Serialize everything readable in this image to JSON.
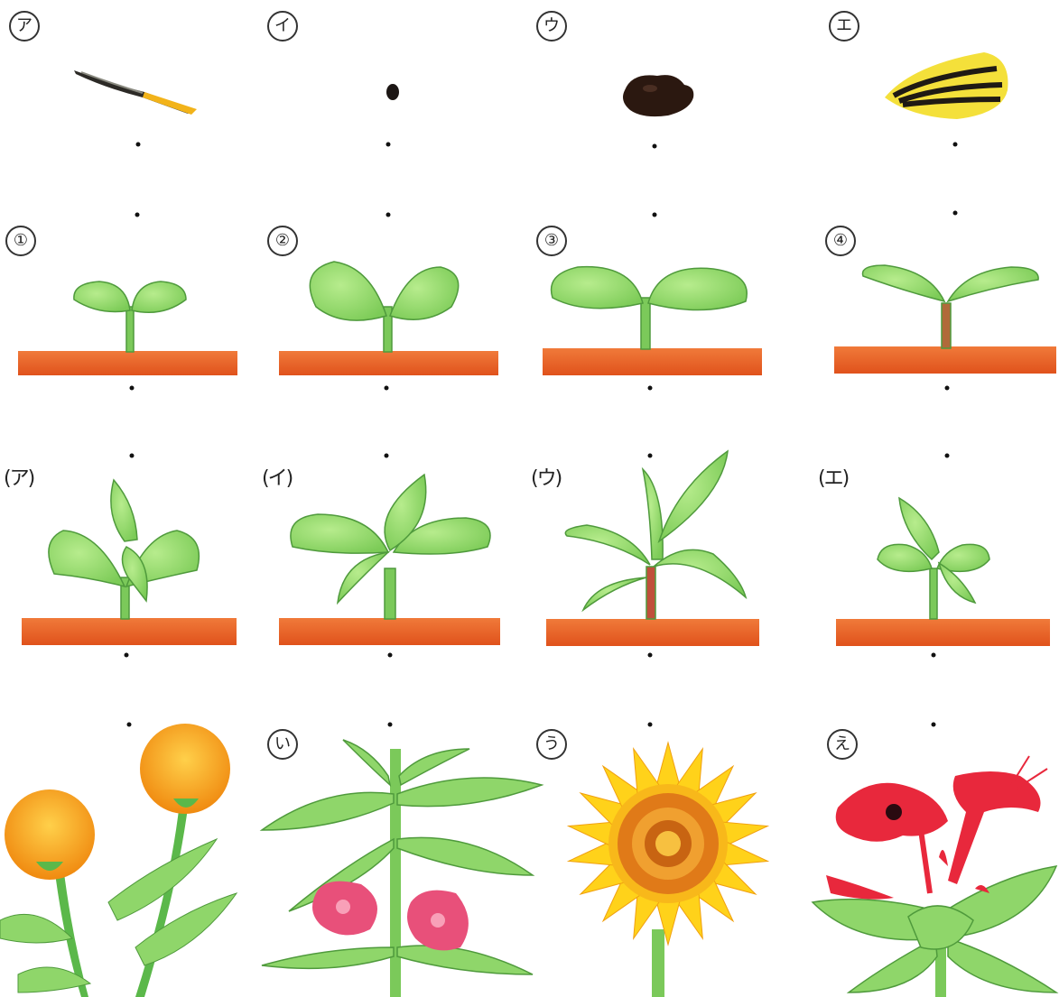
{
  "seed_labels": [
    "ア",
    "イ",
    "ウ",
    "エ"
  ],
  "seedling_labels": [
    "①",
    "②",
    "③",
    "④"
  ],
  "young_plant_labels": [
    "(ア)",
    "(イ)",
    "(ウ)",
    "(エ)"
  ],
  "flower_labels": [
    "い",
    "う",
    "え"
  ],
  "colors": {
    "soil": "#e8642a",
    "soil_dark": "#c94a1a",
    "leaf": "#8fd66a",
    "leaf_edge": "#4f9a3c",
    "stem": "#7bc95a",
    "marigold": "#f59a1a",
    "sunflower": "#ffd21a",
    "impatiens": "#e8507a",
    "red_flower": "#e8283c"
  },
  "icons": [
    "seed-icon",
    "seedling-icon",
    "young-plant-icon",
    "flower-icon"
  ]
}
